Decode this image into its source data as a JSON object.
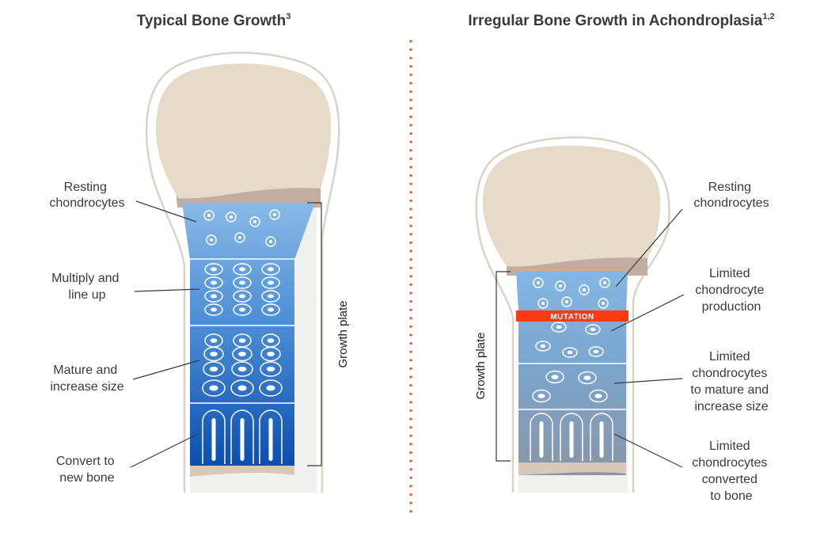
{
  "left_panel": {
    "title": "Typical Bone Growth",
    "title_sup": "3",
    "bracket_label": "Growth plate",
    "labels": [
      {
        "lines": [
          "Resting",
          "chondrocytes"
        ]
      },
      {
        "lines": [
          "Multiply and",
          "line up"
        ]
      },
      {
        "lines": [
          "Mature and",
          "increase size"
        ]
      },
      {
        "lines": [
          "Convert to",
          "new bone"
        ]
      }
    ]
  },
  "right_panel": {
    "title": "Irregular Bone Growth in Achondroplasia",
    "title_sup": "1,2",
    "bracket_label": "Growth plate",
    "mutation_label": "MUTATION",
    "labels": [
      {
        "lines": [
          "Resting",
          "chondrocytes"
        ]
      },
      {
        "lines": [
          "Limited",
          "chondrocyte",
          "production"
        ]
      },
      {
        "lines": [
          "Limited",
          "chondrocytes",
          "to mature and",
          "increase size"
        ]
      },
      {
        "lines": [
          "Limited",
          "chondrocytes",
          "converted",
          "to bone"
        ]
      }
    ]
  },
  "colors": {
    "bone_head": "#e6dac9",
    "bone_outline": "#d9d3cb",
    "growth_line": "#c3ada0",
    "plate_top": "#8ab9e6",
    "plate_bottom_typical": "#0a4fb0",
    "plate_bottom_irregular": "#8a95a5",
    "mutation": "#ff3a12",
    "divider": "#ff3a12",
    "text": "#3a3a3a"
  }
}
